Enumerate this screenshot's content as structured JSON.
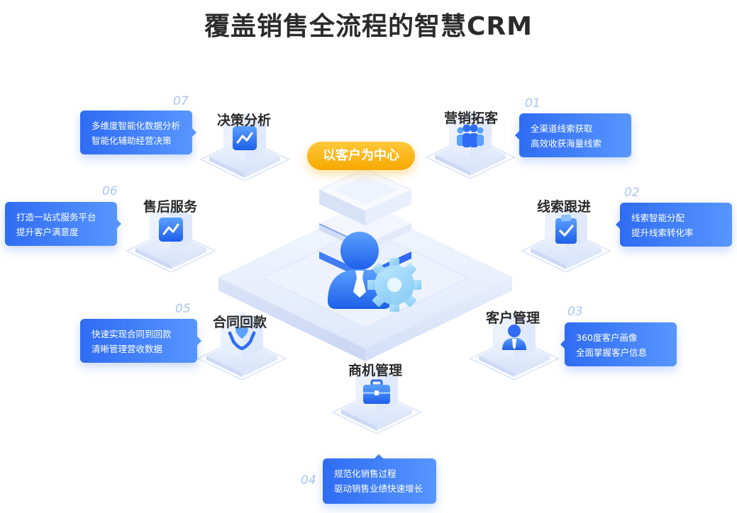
{
  "title": "覆盖销售全流程的智慧CRM",
  "center": {
    "label": "以客户为中心",
    "accent": "#f7a800"
  },
  "colors": {
    "primary": "#2f6cf3",
    "primary_light": "#5796ff",
    "number": "#a8c4f5"
  },
  "nodes": [
    {
      "id": "marketing",
      "num": "01",
      "title": "营销拓客",
      "icon": "people-group-icon",
      "lines": [
        "全渠道线索获取",
        "高效收获海量线索"
      ]
    },
    {
      "id": "leads",
      "num": "02",
      "title": "线索跟进",
      "icon": "clipboard-check-icon",
      "lines": [
        "线索智能分配",
        "提升线索转化率"
      ]
    },
    {
      "id": "customer",
      "num": "03",
      "title": "客户管理",
      "icon": "user-icon",
      "lines": [
        "360度客户画像",
        "全面掌握客户信息"
      ]
    },
    {
      "id": "opportunity",
      "num": "04",
      "title": "商机管理",
      "icon": "briefcase-icon",
      "lines": [
        "规范化销售过程",
        "驱动销售业绩快速增长"
      ]
    },
    {
      "id": "payment",
      "num": "05",
      "title": "合同回款",
      "icon": "heart-hands-icon",
      "lines": [
        "快速实现合同到回款",
        "清晰管理营收数据"
      ]
    },
    {
      "id": "aftersales",
      "num": "06",
      "title": "售后服务",
      "icon": "line-chart-icon",
      "lines": [
        "打造一站式服务平台",
        "提升客户满意度"
      ]
    },
    {
      "id": "decision",
      "num": "07",
      "title": "决策分析",
      "icon": "line-chart-icon",
      "lines": [
        "多维度智能化数据分析",
        "智能化辅助经营决策"
      ]
    }
  ]
}
